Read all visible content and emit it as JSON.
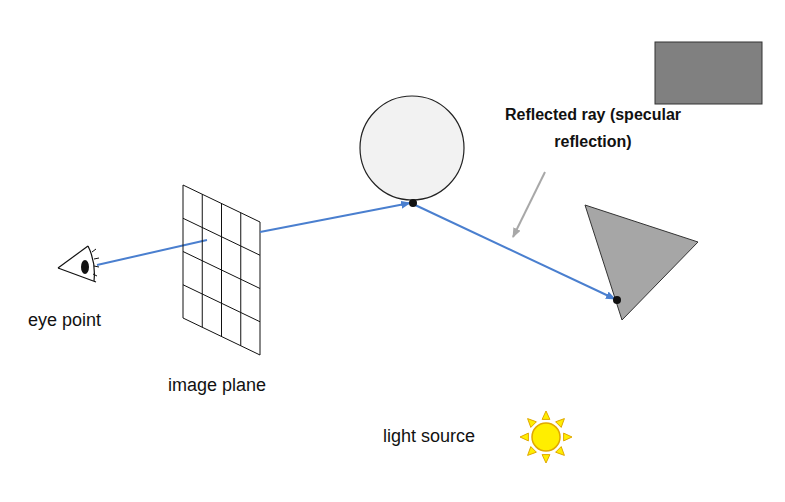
{
  "diagram": {
    "labels": [
      "eye point",
      "image plane",
      "Reflected ray (specular reflection)",
      "light source"
    ]
  }
}
